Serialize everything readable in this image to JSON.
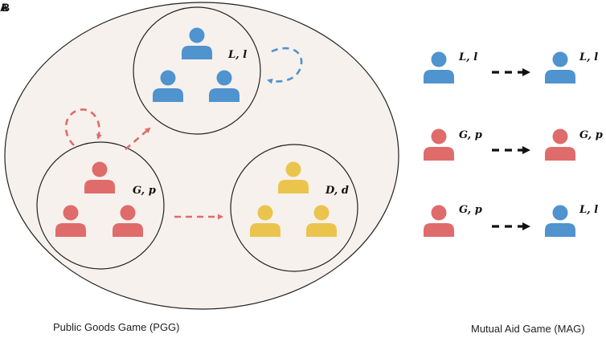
{
  "panel_labels": [
    "A",
    "B"
  ],
  "colors": {
    "loner": "#4f93cf",
    "punisher": "#e06b6b",
    "defector": "#ebc44e",
    "background": "#f6f1ec",
    "outline": "#222222",
    "arrow": "#111111"
  },
  "pgg": {
    "caption": "Public Goods Game (PGG)",
    "groups": [
      {
        "id": "loners",
        "label": "L, l",
        "color_key": "loner",
        "self_loop": true
      },
      {
        "id": "punishers",
        "label": "G, p",
        "color_key": "punisher",
        "self_loop": true
      },
      {
        "id": "defectors",
        "label": "D, d",
        "color_key": "defector",
        "self_loop": false
      }
    ],
    "transitions": [
      {
        "from": "punishers",
        "to": "loners",
        "color_key": "punisher"
      },
      {
        "from": "punishers",
        "to": "defectors",
        "color_key": "punisher"
      }
    ]
  },
  "mag": {
    "caption": "Mutual Aid Game (MAG)",
    "rows": [
      {
        "from_label": "L, l",
        "from_color_key": "loner",
        "to_label": "L, l",
        "to_color_key": "loner"
      },
      {
        "from_label": "G, p",
        "from_color_key": "punisher",
        "to_label": "G, p",
        "to_color_key": "punisher"
      },
      {
        "from_label": "G, p",
        "from_color_key": "punisher",
        "to_label": "L, l",
        "to_color_key": "loner"
      }
    ]
  }
}
